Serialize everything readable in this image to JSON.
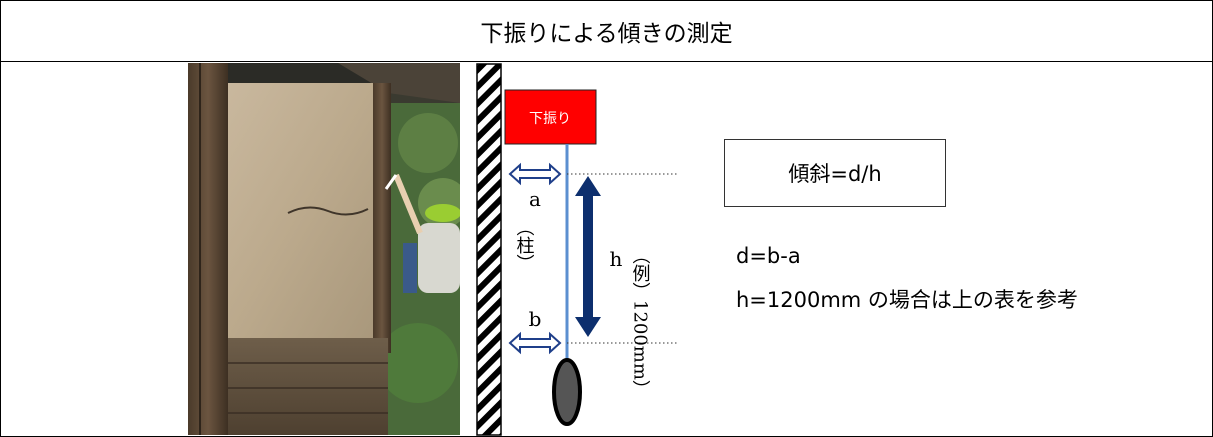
{
  "title": "下振りによる傾きの測定",
  "diagram": {
    "plumb_label": "下振り",
    "pillar_label": "（柱）",
    "label_a": "a",
    "label_b": "b",
    "label_h": "h",
    "example_label": "（例）1200mm）"
  },
  "formula": "傾斜=d/h",
  "notes": {
    "line1": "d=b-a",
    "line2": "h=1200mm の場合は上の表を参考"
  },
  "colors": {
    "plumb_box": "#ff0000",
    "string": "#5b8fd0",
    "arrow_h": "#0d2f6e",
    "bob": "#555555",
    "wall": "#6b5a45"
  }
}
